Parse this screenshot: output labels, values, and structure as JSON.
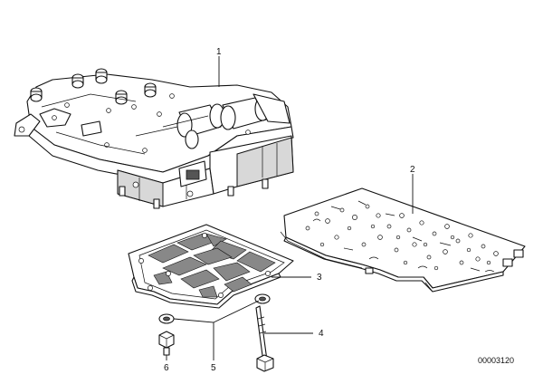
{
  "callouts": [
    {
      "id": "1",
      "label": "1"
    },
    {
      "id": "2",
      "label": "2"
    },
    {
      "id": "3",
      "label": "3"
    },
    {
      "id": "4",
      "label": "4"
    },
    {
      "id": "5",
      "label": "5"
    },
    {
      "id": "6",
      "label": "6"
    }
  ],
  "drawing_number": "00003120"
}
